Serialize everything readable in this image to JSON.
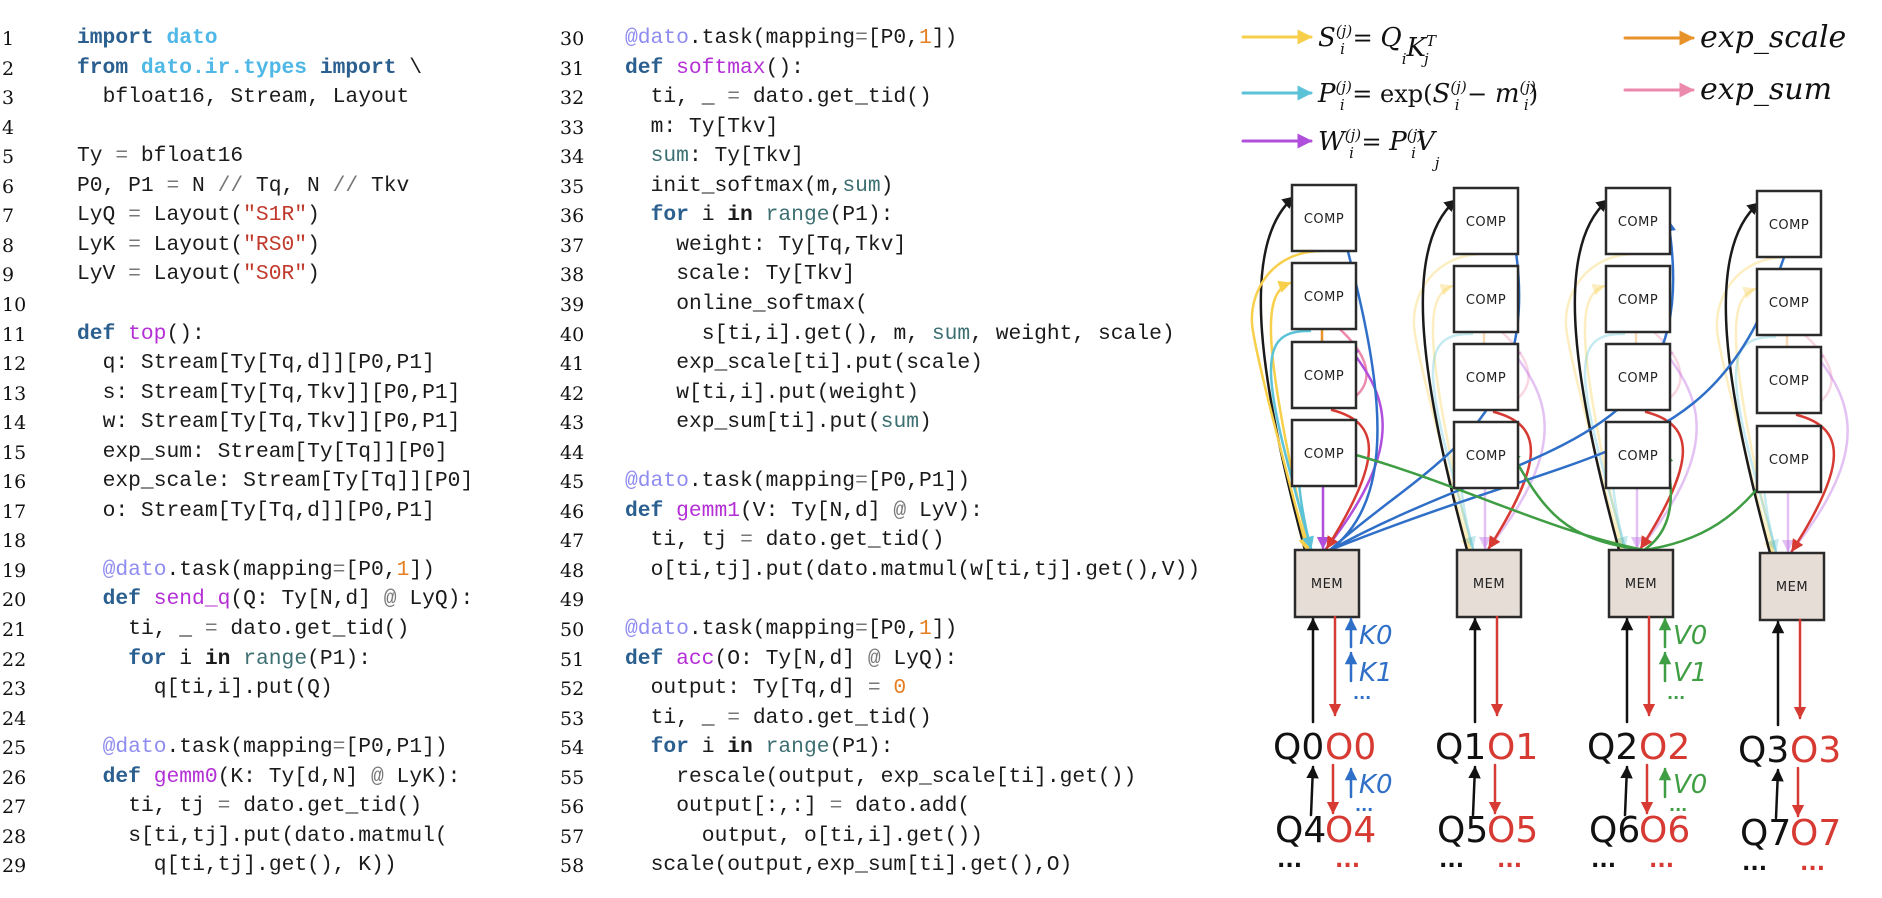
{
  "figure": {
    "code_listing": {
      "left_column": [
        {
          "n": "1",
          "indent": 0,
          "tokens": [
            [
              "kw",
              "import"
            ],
            [
              "t",
              " "
            ],
            [
              "mod",
              "dato"
            ]
          ]
        },
        {
          "n": "2",
          "indent": 0,
          "tokens": [
            [
              "kw",
              "from"
            ],
            [
              "t",
              " "
            ],
            [
              "mod",
              "dato.ir.types"
            ],
            [
              "t",
              " "
            ],
            [
              "kw",
              "import"
            ],
            [
              "t",
              " \\"
            ]
          ]
        },
        {
          "n": "3",
          "indent": 1,
          "tokens": [
            [
              "t",
              "bfloat16, Stream, Layout"
            ]
          ]
        },
        {
          "n": "4",
          "indent": 0,
          "tokens": []
        },
        {
          "n": "5",
          "indent": 0,
          "tokens": [
            [
              "t",
              "Ty "
            ],
            [
              "op",
              "="
            ],
            [
              "t",
              " bfloat16"
            ]
          ]
        },
        {
          "n": "6",
          "indent": 0,
          "tokens": [
            [
              "t",
              "P0, P1 "
            ],
            [
              "op",
              "="
            ],
            [
              "t",
              " N "
            ],
            [
              "op",
              "//"
            ],
            [
              "t",
              " Tq, N "
            ],
            [
              "op",
              "//"
            ],
            [
              "t",
              " Tkv"
            ]
          ]
        },
        {
          "n": "7",
          "indent": 0,
          "tokens": [
            [
              "t",
              "LyQ "
            ],
            [
              "op",
              "="
            ],
            [
              "t",
              " Layout("
            ],
            [
              "str",
              "\"S1R\""
            ],
            [
              "t",
              ")"
            ]
          ]
        },
        {
          "n": "8",
          "indent": 0,
          "tokens": [
            [
              "t",
              "LyK "
            ],
            [
              "op",
              "="
            ],
            [
              "t",
              " Layout("
            ],
            [
              "str",
              "\"RS0\""
            ],
            [
              "t",
              ")"
            ]
          ]
        },
        {
          "n": "9",
          "indent": 0,
          "tokens": [
            [
              "t",
              "LyV "
            ],
            [
              "op",
              "="
            ],
            [
              "t",
              " Layout("
            ],
            [
              "str",
              "\"S0R\""
            ],
            [
              "t",
              ")"
            ]
          ]
        },
        {
          "n": "10",
          "indent": 0,
          "tokens": []
        },
        {
          "n": "11",
          "indent": 0,
          "tokens": [
            [
              "kw",
              "def"
            ],
            [
              "t",
              " "
            ],
            [
              "fn",
              "top"
            ],
            [
              "t",
              "():"
            ]
          ]
        },
        {
          "n": "12",
          "indent": 1,
          "tokens": [
            [
              "t",
              "q: Stream[Ty[Tq,d]][P0,P1]"
            ]
          ]
        },
        {
          "n": "13",
          "indent": 1,
          "tokens": [
            [
              "t",
              "s: Stream[Ty[Tq,Tkv]][P0,P1]"
            ]
          ]
        },
        {
          "n": "14",
          "indent": 1,
          "tokens": [
            [
              "t",
              "w: Stream[Ty[Tq,Tkv]][P0,P1]"
            ]
          ]
        },
        {
          "n": "15",
          "indent": 1,
          "tokens": [
            [
              "t",
              "exp_sum: Stream[Ty[Tq]][P0]"
            ]
          ]
        },
        {
          "n": "16",
          "indent": 1,
          "tokens": [
            [
              "t",
              "exp_scale: Stream[Ty[Tq]][P0]"
            ]
          ]
        },
        {
          "n": "17",
          "indent": 1,
          "tokens": [
            [
              "t",
              "o: Stream[Ty[Tq,d]][P0,P1]"
            ]
          ]
        },
        {
          "n": "18",
          "indent": 0,
          "tokens": []
        },
        {
          "n": "19",
          "indent": 1,
          "tokens": [
            [
              "deco",
              "@dato"
            ],
            [
              "t",
              ".task(mapping"
            ],
            [
              "op",
              "="
            ],
            [
              "t",
              "[P0,"
            ],
            [
              "num",
              "1"
            ],
            [
              "t",
              "])"
            ]
          ]
        },
        {
          "n": "20",
          "indent": 1,
          "tokens": [
            [
              "kw",
              "def"
            ],
            [
              "t",
              " "
            ],
            [
              "fn",
              "send_q"
            ],
            [
              "t",
              "(Q: Ty[N,d] "
            ],
            [
              "op",
              "@"
            ],
            [
              "t",
              " LyQ):"
            ]
          ]
        },
        {
          "n": "21",
          "indent": 2,
          "tokens": [
            [
              "t",
              "ti, _ "
            ],
            [
              "op",
              "="
            ],
            [
              "t",
              " dato.get_tid()"
            ]
          ]
        },
        {
          "n": "22",
          "indent": 2,
          "tokens": [
            [
              "kw",
              "for"
            ],
            [
              "t",
              " i "
            ],
            [
              "bold",
              "in"
            ],
            [
              "t",
              " "
            ],
            [
              "bi",
              "range"
            ],
            [
              "t",
              "(P1):"
            ]
          ]
        },
        {
          "n": "23",
          "indent": 3,
          "tokens": [
            [
              "t",
              "q[ti,i].put(Q)"
            ]
          ]
        },
        {
          "n": "24",
          "indent": 0,
          "tokens": []
        },
        {
          "n": "25",
          "indent": 1,
          "tokens": [
            [
              "deco",
              "@dato"
            ],
            [
              "t",
              ".task(mapping"
            ],
            [
              "op",
              "="
            ],
            [
              "t",
              "[P0,P1])"
            ]
          ]
        },
        {
          "n": "26",
          "indent": 1,
          "tokens": [
            [
              "kw",
              "def"
            ],
            [
              "t",
              " "
            ],
            [
              "fn",
              "gemm0"
            ],
            [
              "t",
              "(K: Ty[d,N] "
            ],
            [
              "op",
              "@"
            ],
            [
              "t",
              " LyK):"
            ]
          ]
        },
        {
          "n": "27",
          "indent": 2,
          "tokens": [
            [
              "t",
              "ti, tj "
            ],
            [
              "op",
              "="
            ],
            [
              "t",
              " dato.get_tid()"
            ]
          ]
        },
        {
          "n": "28",
          "indent": 2,
          "tokens": [
            [
              "t",
              "s[ti,tj].put(dato.matmul("
            ]
          ]
        },
        {
          "n": "29",
          "indent": 3,
          "tokens": [
            [
              "t",
              "q[ti,tj].get(), K))"
            ]
          ]
        }
      ],
      "right_column": [
        {
          "n": "30",
          "indent": 0,
          "tokens": [
            [
              "deco",
              "@dato"
            ],
            [
              "t",
              ".task(mapping"
            ],
            [
              "op",
              "="
            ],
            [
              "t",
              "[P0,"
            ],
            [
              "num",
              "1"
            ],
            [
              "t",
              "])"
            ]
          ]
        },
        {
          "n": "31",
          "indent": 0,
          "tokens": [
            [
              "kw",
              "def"
            ],
            [
              "t",
              " "
            ],
            [
              "fn",
              "softmax"
            ],
            [
              "t",
              "():"
            ]
          ]
        },
        {
          "n": "32",
          "indent": 1,
          "tokens": [
            [
              "t",
              "ti, _ "
            ],
            [
              "op",
              "="
            ],
            [
              "t",
              " dato.get_tid()"
            ]
          ]
        },
        {
          "n": "33",
          "indent": 1,
          "tokens": [
            [
              "t",
              "m: Ty[Tkv]"
            ]
          ]
        },
        {
          "n": "34",
          "indent": 1,
          "tokens": [
            [
              "bi",
              "sum"
            ],
            [
              "t",
              ": Ty[Tkv]"
            ]
          ]
        },
        {
          "n": "35",
          "indent": 1,
          "tokens": [
            [
              "t",
              "init_softmax(m,"
            ],
            [
              "bi",
              "sum"
            ],
            [
              "t",
              ")"
            ]
          ]
        },
        {
          "n": "36",
          "indent": 1,
          "tokens": [
            [
              "kw",
              "for"
            ],
            [
              "t",
              " i "
            ],
            [
              "bold",
              "in"
            ],
            [
              "t",
              " "
            ],
            [
              "bi",
              "range"
            ],
            [
              "t",
              "(P1):"
            ]
          ]
        },
        {
          "n": "37",
          "indent": 2,
          "tokens": [
            [
              "t",
              "weight: Ty[Tq,Tkv]"
            ]
          ]
        },
        {
          "n": "38",
          "indent": 2,
          "tokens": [
            [
              "t",
              "scale: Ty[Tkv]"
            ]
          ]
        },
        {
          "n": "39",
          "indent": 2,
          "tokens": [
            [
              "t",
              "online_softmax("
            ]
          ]
        },
        {
          "n": "40",
          "indent": 3,
          "tokens": [
            [
              "t",
              "s[ti,i].get(), m, "
            ],
            [
              "bi",
              "sum"
            ],
            [
              "t",
              ", weight, scale)"
            ]
          ]
        },
        {
          "n": "41",
          "indent": 2,
          "tokens": [
            [
              "t",
              "exp_scale[ti].put(scale)"
            ]
          ]
        },
        {
          "n": "42",
          "indent": 2,
          "tokens": [
            [
              "t",
              "w[ti,i].put(weight)"
            ]
          ]
        },
        {
          "n": "43",
          "indent": 2,
          "tokens": [
            [
              "t",
              "exp_sum[ti].put("
            ],
            [
              "bi",
              "sum"
            ],
            [
              "t",
              ")"
            ]
          ]
        },
        {
          "n": "44",
          "indent": 0,
          "tokens": []
        },
        {
          "n": "45",
          "indent": 0,
          "tokens": [
            [
              "deco",
              "@dato"
            ],
            [
              "t",
              ".task(mapping"
            ],
            [
              "op",
              "="
            ],
            [
              "t",
              "[P0,P1])"
            ]
          ]
        },
        {
          "n": "46",
          "indent": 0,
          "tokens": [
            [
              "kw",
              "def"
            ],
            [
              "t",
              " "
            ],
            [
              "fn",
              "gemm1"
            ],
            [
              "t",
              "(V: Ty[N,d] "
            ],
            [
              "op",
              "@"
            ],
            [
              "t",
              " LyV):"
            ]
          ]
        },
        {
          "n": "47",
          "indent": 1,
          "tokens": [
            [
              "t",
              "ti, tj "
            ],
            [
              "op",
              "="
            ],
            [
              "t",
              " dato.get_tid()"
            ]
          ]
        },
        {
          "n": "48",
          "indent": 1,
          "tokens": [
            [
              "t",
              "o[ti,tj].put(dato.matmul(w[ti,tj].get(),V))"
            ]
          ]
        },
        {
          "n": "49",
          "indent": 0,
          "tokens": []
        },
        {
          "n": "50",
          "indent": 0,
          "tokens": [
            [
              "deco",
              "@dato"
            ],
            [
              "t",
              ".task(mapping"
            ],
            [
              "op",
              "="
            ],
            [
              "t",
              "[P0,"
            ],
            [
              "num",
              "1"
            ],
            [
              "t",
              "])"
            ]
          ]
        },
        {
          "n": "51",
          "indent": 0,
          "tokens": [
            [
              "kw",
              "def"
            ],
            [
              "t",
              " "
            ],
            [
              "fn",
              "acc"
            ],
            [
              "t",
              "(O: Ty[N,d] "
            ],
            [
              "op",
              "@"
            ],
            [
              "t",
              " LyQ):"
            ]
          ]
        },
        {
          "n": "52",
          "indent": 1,
          "tokens": [
            [
              "t",
              "output: Ty[Tq,d] "
            ],
            [
              "op",
              "="
            ],
            [
              "t",
              " "
            ],
            [
              "num",
              "0"
            ]
          ]
        },
        {
          "n": "53",
          "indent": 1,
          "tokens": [
            [
              "t",
              "ti, _ "
            ],
            [
              "op",
              "="
            ],
            [
              "t",
              " dato.get_tid()"
            ]
          ]
        },
        {
          "n": "54",
          "indent": 1,
          "tokens": [
            [
              "kw",
              "for"
            ],
            [
              "t",
              " i "
            ],
            [
              "bold",
              "in"
            ],
            [
              "t",
              " "
            ],
            [
              "bi",
              "range"
            ],
            [
              "t",
              "(P1):"
            ]
          ]
        },
        {
          "n": "55",
          "indent": 2,
          "tokens": [
            [
              "t",
              "rescale(output, exp_scale[ti].get())"
            ]
          ]
        },
        {
          "n": "56",
          "indent": 2,
          "tokens": [
            [
              "t",
              "output[:,:] "
            ],
            [
              "op",
              "="
            ],
            [
              "t",
              " dato.add("
            ]
          ]
        },
        {
          "n": "57",
          "indent": 3,
          "tokens": [
            [
              "t",
              "output, o[ti,i].get())"
            ]
          ]
        },
        {
          "n": "58",
          "indent": 1,
          "tokens": [
            [
              "t",
              "scale(output,exp_sum[ti].get(),O)"
            ]
          ]
        }
      ]
    },
    "legend": [
      {
        "id": "s",
        "color": "#f7cf4a",
        "label": "S_i^(j) = Q_i K_j^T"
      },
      {
        "id": "p",
        "color": "#5bc2d8",
        "label": "P_i^(j) = exp(S_i^(j) − m_i^(j))"
      },
      {
        "id": "w",
        "color": "#b04fdc",
        "label": "W_i^(j) = P_i^(j) V_j"
      },
      {
        "id": "exp_scale",
        "color": "#e8922a",
        "label": "exp_scale"
      },
      {
        "id": "exp_sum",
        "color": "#ec8aae",
        "label": "exp_sum"
      }
    ],
    "diagram": {
      "comp_label": "COMP",
      "mem_label": "MEM",
      "columns": [
        {
          "q_top": "Q0",
          "o_top": "O0",
          "q_bottom": "Q4",
          "o_bottom": "O4",
          "stream_labels": [
            "K0",
            "K1",
            "..."
          ],
          "stream_labels_lower": [
            "K0",
            "..."
          ],
          "stream_color": "#2f6fc7"
        },
        {
          "q_top": "Q1",
          "o_top": "O1",
          "q_bottom": "Q5",
          "o_bottom": "O5",
          "stream_labels": [],
          "stream_labels_lower": [],
          "stream_color": ""
        },
        {
          "q_top": "Q2",
          "o_top": "O2",
          "q_bottom": "Q6",
          "o_bottom": "O6",
          "stream_labels": [
            "V0",
            "V1",
            "..."
          ],
          "stream_labels_lower": [
            "V0",
            "..."
          ],
          "stream_color": "#3f9e44"
        },
        {
          "q_top": "Q3",
          "o_top": "O3",
          "q_bottom": "Q7",
          "o_bottom": "O7",
          "stream_labels": [],
          "stream_labels_lower": [],
          "stream_color": ""
        }
      ],
      "ellipsis": "...",
      "colors": {
        "q_arrow": "#111111",
        "o_arrow": "#d63a32",
        "k_stream": "#2f6fc7",
        "v_stream": "#3f9e44",
        "mem_fill": "#e6ddd6",
        "box_stroke": "#2b2b2b"
      }
    }
  }
}
